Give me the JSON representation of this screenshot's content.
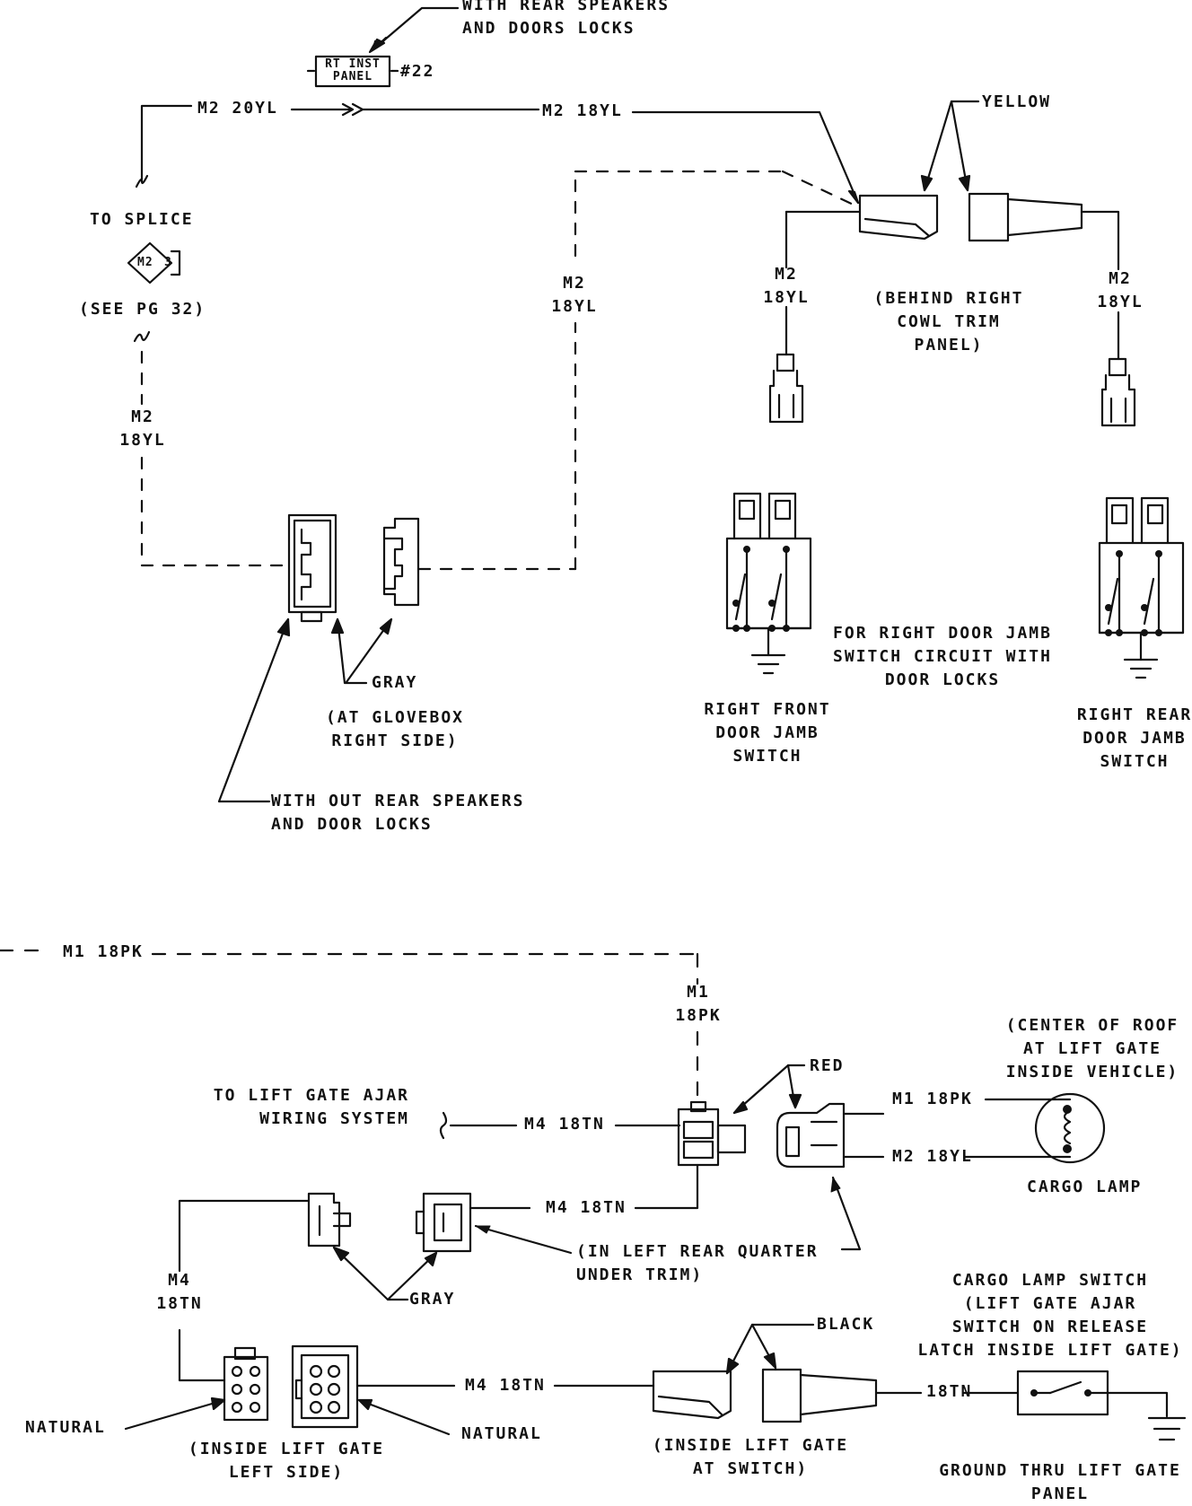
{
  "labels": {
    "with_rear_speakers": "WITH REAR SPEAKERS\nAND DOORS LOCKS",
    "rt_inst_panel": "RT INST\nPANEL",
    "page_ref_22": "#22",
    "m2_20yl": "M2 20YL",
    "m2_18yl_top": "M2 18YL",
    "yellow": "YELLOW",
    "to_splice": "TO SPLICE",
    "splice_m2": "M2",
    "splice_pin": "3",
    "see_pg_32": "(SEE PG 32)",
    "m2_18yl_left": "M2\n18YL",
    "m2_18yl_mid": "M2\n18YL",
    "m2_18yl_right_a": "M2\n18YL",
    "m2_18yl_right_b": "M2\n18YL",
    "behind_right_cowl": "(BEHIND RIGHT\nCOWL TRIM\nPANEL)",
    "gray_top": "GRAY",
    "at_glovebox": "(AT GLOVEBOX\nRIGHT SIDE)",
    "without_rear_speakers": "WITH OUT REAR SPEAKERS\nAND DOOR LOCKS",
    "for_right_door_jamb": "FOR RIGHT DOOR JAMB\nSWITCH CIRCUIT WITH\nDOOR LOCKS",
    "right_front_switch": "RIGHT FRONT\nDOOR JAMB\nSWITCH",
    "right_rear_switch": "RIGHT REAR\nDOOR JAMB\nSWITCH",
    "m1_18pk_top": "M1 18PK",
    "m1_18pk_vert": "M1\n18PK",
    "red": "RED",
    "center_of_roof": "(CENTER OF ROOF\nAT LIFT GATE\nINSIDE VEHICLE)",
    "to_lift_gate_ajar": "TO LIFT GATE AJAR\nWIRING SYSTEM",
    "m4_18tn_a": "M4 18TN",
    "m1_18pk_lamp": "M1 18PK",
    "m2_18yl_lamp": "M2 18YL",
    "cargo_lamp": "CARGO LAMP",
    "m4_18tn_b": "M4 18TN",
    "in_left_rear_quarter": "(IN LEFT REAR QUARTER\nUNDER TRIM)",
    "m4_18tn_vert": "M4\n18TN",
    "gray_bottom": "GRAY",
    "cargo_lamp_switch": "CARGO LAMP SWITCH\n(LIFT GATE AJAR\nSWITCH ON RELEASE\nLATCH INSIDE LIFT GATE)",
    "black": "BLACK",
    "m4_18tn_c": "M4 18TN",
    "18tn": "18TN",
    "natural_left": "NATURAL",
    "natural_right": "NATURAL",
    "inside_lift_gate_left": "(INSIDE LIFT GATE\nLEFT SIDE)",
    "inside_lift_gate_switch": "(INSIDE LIFT GATE\nAT SWITCH)",
    "ground_thru_lift_gate": "GROUND THRU LIFT GATE\nPANEL"
  }
}
